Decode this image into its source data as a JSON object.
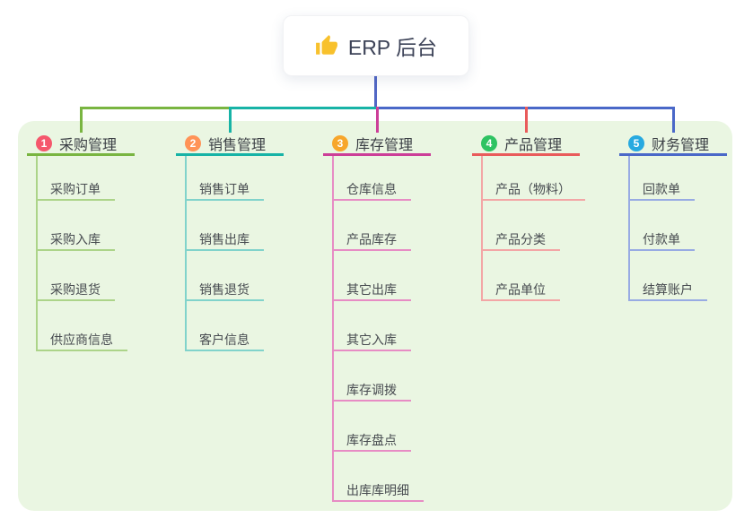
{
  "root": {
    "title": "ERP 后台",
    "icon": "thumbs-up-icon",
    "icon_color": "#f8c12c"
  },
  "colors": {
    "canvas_bg": "#ffffff",
    "panel_bg": "#eaf6e2",
    "root_line": "#5267c5",
    "node_text": "#3c4257"
  },
  "branches": [
    {
      "index": "1",
      "label": "采购管理",
      "badge_color": "#f5576c",
      "line_color": "#79b541",
      "child_line_color": "#acd489",
      "children": [
        "采购订单",
        "采购入库",
        "采购退货",
        "供应商信息"
      ]
    },
    {
      "index": "2",
      "label": "销售管理",
      "badge_color": "#ff9357",
      "line_color": "#17b3a6",
      "child_line_color": "#81d3cb",
      "children": [
        "销售订单",
        "销售出库",
        "销售退货",
        "客户信息"
      ]
    },
    {
      "index": "3",
      "label": "库存管理",
      "badge_color": "#f7a62b",
      "line_color": "#cc3e98",
      "child_line_color": "#e78cc4",
      "children": [
        "仓库信息",
        "产品库存",
        "其它出库",
        "其它入库",
        "库存调拨",
        "库存盘点",
        "出库库明细"
      ]
    },
    {
      "index": "4",
      "label": "产品管理",
      "badge_color": "#2ec362",
      "line_color": "#e95b5b",
      "child_line_color": "#f3a6a6",
      "children": [
        "产品（物料）",
        "产品分类",
        "产品单位"
      ]
    },
    {
      "index": "5",
      "label": "财务管理",
      "badge_color": "#27a9e0",
      "line_color": "#4a68c8",
      "child_line_color": "#98abe3",
      "children": [
        "回款单",
        "付款单",
        "结算账户"
      ]
    }
  ]
}
